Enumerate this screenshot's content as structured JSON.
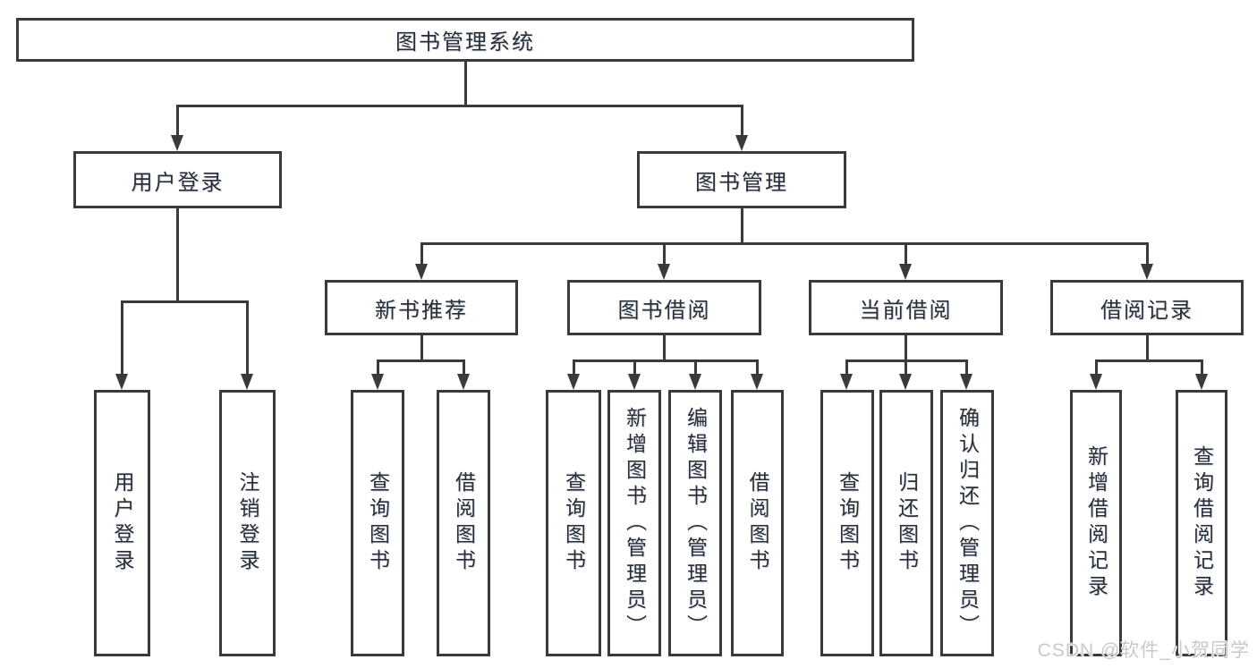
{
  "diagram": {
    "root": {
      "label": "图书管理系统"
    },
    "level2": [
      {
        "label": "用户登录"
      },
      {
        "label": "图书管理"
      }
    ],
    "level3": [
      {
        "label": "新书推荐"
      },
      {
        "label": "图书借阅"
      },
      {
        "label": "当前借阅"
      },
      {
        "label": "借阅记录"
      }
    ],
    "leaves": [
      {
        "label": "用户登录"
      },
      {
        "label": "注销登录"
      },
      {
        "label": "查询图书"
      },
      {
        "label": "借阅图书"
      },
      {
        "label": "查询图书"
      },
      {
        "label": "新增图书（管理员）"
      },
      {
        "label": "编辑图书（管理员）"
      },
      {
        "label": "借阅图书"
      },
      {
        "label": "查询图书"
      },
      {
        "label": "归还图书"
      },
      {
        "label": "确认归还（管理员）"
      },
      {
        "label": "新增借阅记录"
      },
      {
        "label": "查询借阅记录"
      }
    ]
  },
  "watermark": {
    "text": "CSDN @软件_小贺同学"
  },
  "colors": {
    "line": "#3a3a3a",
    "text": "#2e2e2e",
    "bg": "#ffffff",
    "watermark": "#c9c9c9"
  }
}
